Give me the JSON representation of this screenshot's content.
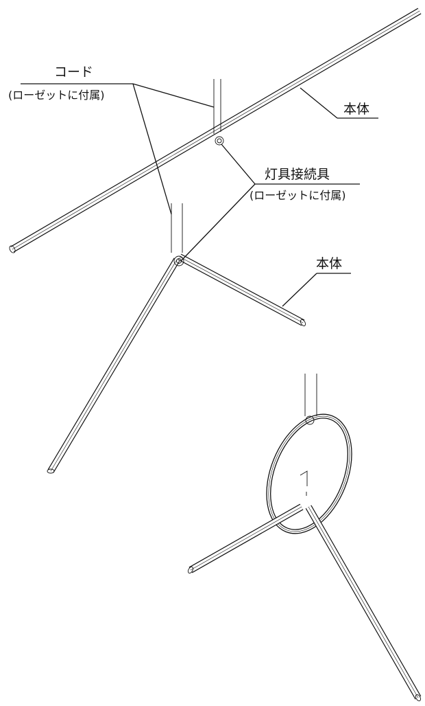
{
  "labels": {
    "cord": "コード",
    "cord_note": "(ローゼットに付属)",
    "body_top": "本体",
    "connector": "灯具接続具",
    "connector_note": "(ローゼットに付属)",
    "body_mid": "本体"
  },
  "stroke_color": "#111111",
  "background_color": "#ffffff"
}
